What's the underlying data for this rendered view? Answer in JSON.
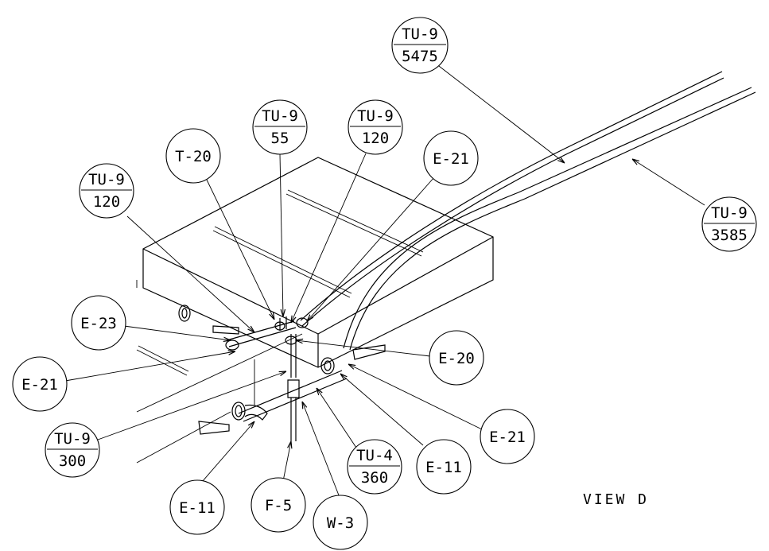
{
  "diagram": {
    "view_label": "VIEW D",
    "callouts": [
      {
        "id": "tu9-5475",
        "top": "TU-9",
        "bottom": "5475"
      },
      {
        "id": "tu9-3585",
        "top": "TU-9",
        "bottom": "3585"
      },
      {
        "id": "tu9-55",
        "top": "TU-9",
        "bottom": "55"
      },
      {
        "id": "tu9-120-a",
        "top": "TU-9",
        "bottom": "120"
      },
      {
        "id": "tu9-120-b",
        "top": "TU-9",
        "bottom": "120"
      },
      {
        "id": "t20",
        "text": "T-20"
      },
      {
        "id": "e21-top",
        "text": "E-21"
      },
      {
        "id": "e23",
        "text": "E-23"
      },
      {
        "id": "e21-left",
        "text": "E-21"
      },
      {
        "id": "e20",
        "text": "E-20"
      },
      {
        "id": "e21-right",
        "text": "E-21"
      },
      {
        "id": "tu9-300",
        "top": "TU-9",
        "bottom": "300"
      },
      {
        "id": "tu4-360",
        "top": "TU-4",
        "bottom": "360"
      },
      {
        "id": "e11-right",
        "text": "E-11"
      },
      {
        "id": "e11-left",
        "text": "E-11"
      },
      {
        "id": "f5",
        "text": "F-5"
      },
      {
        "id": "w3",
        "text": "W-3"
      }
    ]
  }
}
